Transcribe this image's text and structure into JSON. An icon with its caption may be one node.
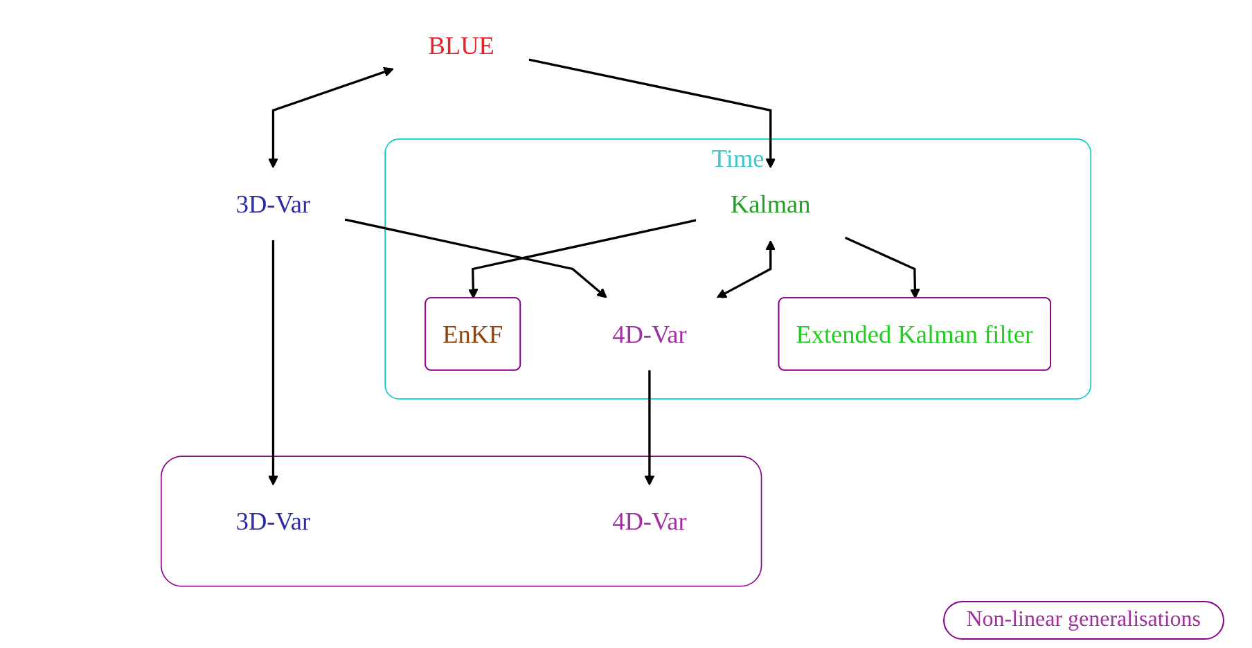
{
  "diagram": {
    "nodes": [
      {
        "text": [
          "BLUE"
        ]
      },
      {
        "text": [
          "3D-Var"
        ]
      },
      {
        "text": [],
        "shape": "box"
      },
      {
        "text": [
          "3D-Var"
        ],
        "in": 2
      },
      {
        "text": [
          "Time"
        ]
      },
      {
        "text": [
          "EnKF"
        ],
        "in": 4
      },
      {
        "text": [
          "Kalman"
        ],
        "in": 4
      },
      {
        "text": [
          "4D-Var"
        ],
        "in": 4
      },
      {
        "text": [
          "4D-Var"
        ],
        "in": 2
      },
      {
        "text": [
          "Extended Kalman filter"
        ],
        "in": 4
      }
    ],
    "edges": [
      {
        "from": 0,
        "to": 1,
        "arrow": "both"
      },
      {
        "from": 1,
        "to": 3,
        "arrow": "to"
      },
      {
        "from": 0,
        "to": 6,
        "arrow": "to"
      },
      {
        "from": 1,
        "to": 7,
        "arrow": "to"
      },
      {
        "from": 6,
        "to": 5,
        "arrow": "to"
      },
      {
        "from": 6,
        "to": 7,
        "arrow": "both"
      },
      {
        "from": 7,
        "to": 8,
        "arrow": "to"
      },
      {
        "from": 6,
        "to": 9,
        "arrow": "to"
      }
    ],
    "legend": [
      {
        "text": "Non-linear generalisations"
      }
    ]
  }
}
